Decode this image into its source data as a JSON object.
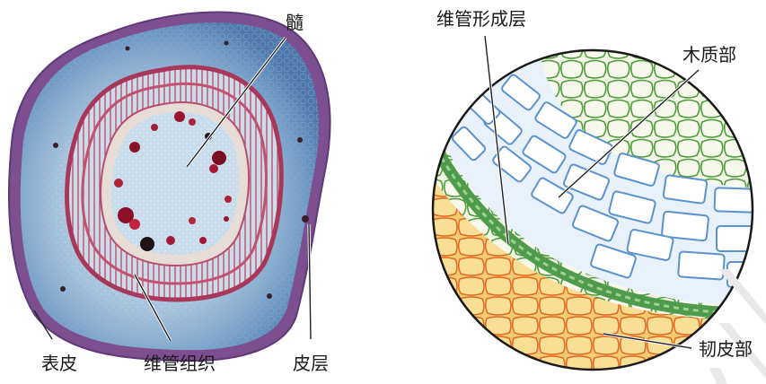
{
  "labels": {
    "pith": "髓",
    "epidermis": "表皮",
    "vascular_tissue": "维管组织",
    "cortex": "皮层",
    "cambium": "维管形成层",
    "xylem": "木质部",
    "phloem": "韧皮部"
  },
  "colors": {
    "cortex_blue": "#5f8fc0",
    "epidermis_purple": "#7b4c8e",
    "vascular_red": "#b0405a",
    "pith_light": "#cfe1ee",
    "xylem_blue_line": "#5b92cf",
    "cambium_green": "#4f9b4c",
    "phloem_orange": "#e0682a",
    "phloem_yellow": "#f6d77e",
    "fiber_green_line": "#4f9b3c"
  }
}
